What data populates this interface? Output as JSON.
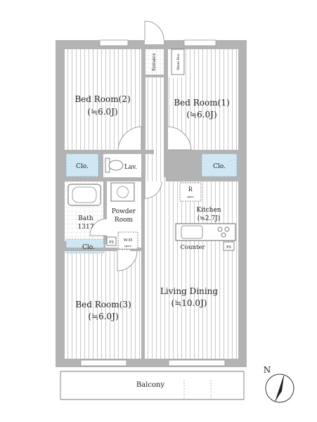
{
  "rooms": {
    "bed2": {
      "name": "Bed Room(2)",
      "size": "(≒6.0J)"
    },
    "bed1": {
      "name": "Bed Room(1)",
      "size": "(≒6.0J)"
    },
    "bed3": {
      "name": "Bed Room(3)",
      "size": "(≒6.0J)"
    },
    "living": {
      "name": "Living Dining",
      "size": "(≒10.0J)"
    },
    "kitchen": {
      "name": "Kitchen",
      "size": "(≒2.7J)"
    },
    "bath": {
      "name": "Bath",
      "size": "1317"
    },
    "powder": {
      "line1": "Powder",
      "line2": "Room"
    },
    "lav": "Lav.",
    "entrance": "Entrance",
    "shoes_box": "Shoes Box",
    "balcony": "Balcony"
  },
  "closets": {
    "clo_left": "Clo.",
    "clo_right": "Clo.",
    "clo_bath": "Clo."
  },
  "fixtures": {
    "counter": "Counter",
    "ps_bath": "PS",
    "ps_kitchen": "PS",
    "wd": "W/D",
    "wd_space": "space",
    "r_space_r": "R",
    "r_space_space": "space"
  },
  "compass": {
    "label": "N",
    "icon": "north-arrow-icon"
  },
  "colors": {
    "wall": "#b3b3b3",
    "floor_line": "#c9c9c9",
    "closet": "#cfe6f3",
    "text": "#222222"
  }
}
